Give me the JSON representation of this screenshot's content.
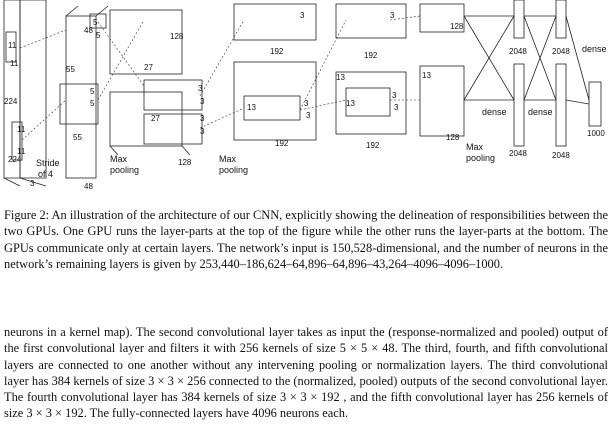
{
  "figure": {
    "labels": {
      "stride": "Stride",
      "of4": "of 4",
      "maxpool": "Max",
      "pooling": "pooling",
      "dense": "dense",
      "n224": "224",
      "n11": "11",
      "n55": "55",
      "n5": "5",
      "n3": "3",
      "n48": "48",
      "n27": "27",
      "n128": "128",
      "n13": "13",
      "n192": "192",
      "n2048": "2048",
      "n1000": "1000"
    }
  },
  "caption": "Figure 2: An illustration of the architecture of our CNN, explicitly showing the delineation of responsibilities between the two GPUs. One GPU runs the layer-parts at the top of the figure while the other runs the layer-parts at the bottom. The GPUs communicate only at certain layers. The network’s input is 150,528-dimensional, and the number of neurons in the network’s remaining layers is given by 253,440–186,624–64,896–64,896–43,264–4096–4096–1000.",
  "body_text": "neurons in a kernel map). The second convolutional layer takes as input the (response-normalized and pooled) output of the first convolutional layer and filters it with 256 kernels of size 5 × 5 × 48. The third, fourth, and fifth convolutional layers are connected to one another without any intervening pooling or normalization layers. The third convolutional layer has 384 kernels of size 3 × 3 × 256 connected to the (normalized, pooled) outputs of the second convolutional layer. The fourth convolutional layer has 384 kernels of size 3 × 3 × 192 , and the fifth convolutional layer has 256 kernels of size 3 × 3 × 192. The fully-connected layers have 4096 neurons each."
}
